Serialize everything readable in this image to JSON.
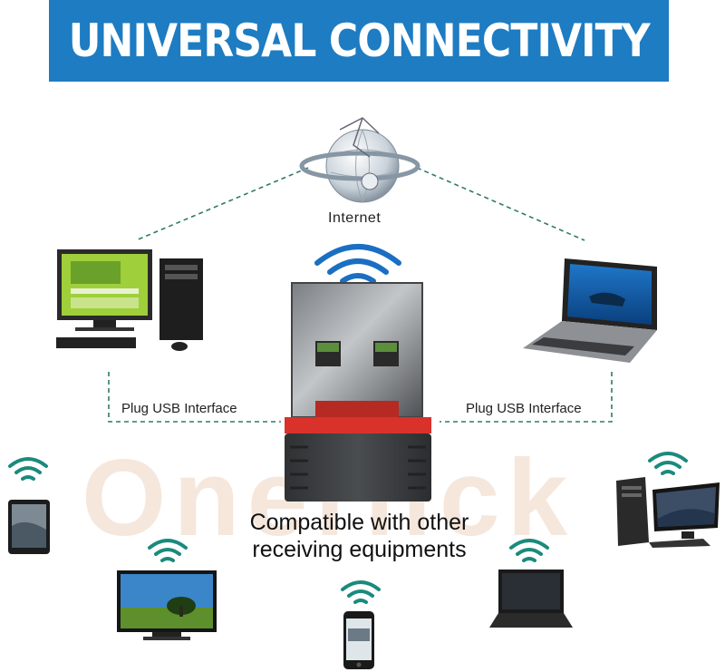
{
  "banner": {
    "title": "UNIVERSAL CONNECTIVITY"
  },
  "labels": {
    "internet": "Internet",
    "plug_left": "Plug USB Interface",
    "plug_right": "Plug USB Interface",
    "compatible_line1": "Compatible with other",
    "compatible_line2": "receiving equipments"
  },
  "watermark": "Onerlick",
  "colors": {
    "banner": "#1d7cc2",
    "wifi_blue": "#1a6fc2",
    "wifi_teal": "#1b8a7d",
    "usb_red": "#d8322a"
  },
  "icons": [
    "globe-icon",
    "desktop-computer-icon",
    "laptop-icon",
    "usb-dongle-icon",
    "tablet-icon",
    "tv-icon",
    "smartphone-icon",
    "small-laptop-icon",
    "desktop-tower-icon",
    "wifi-icon"
  ]
}
